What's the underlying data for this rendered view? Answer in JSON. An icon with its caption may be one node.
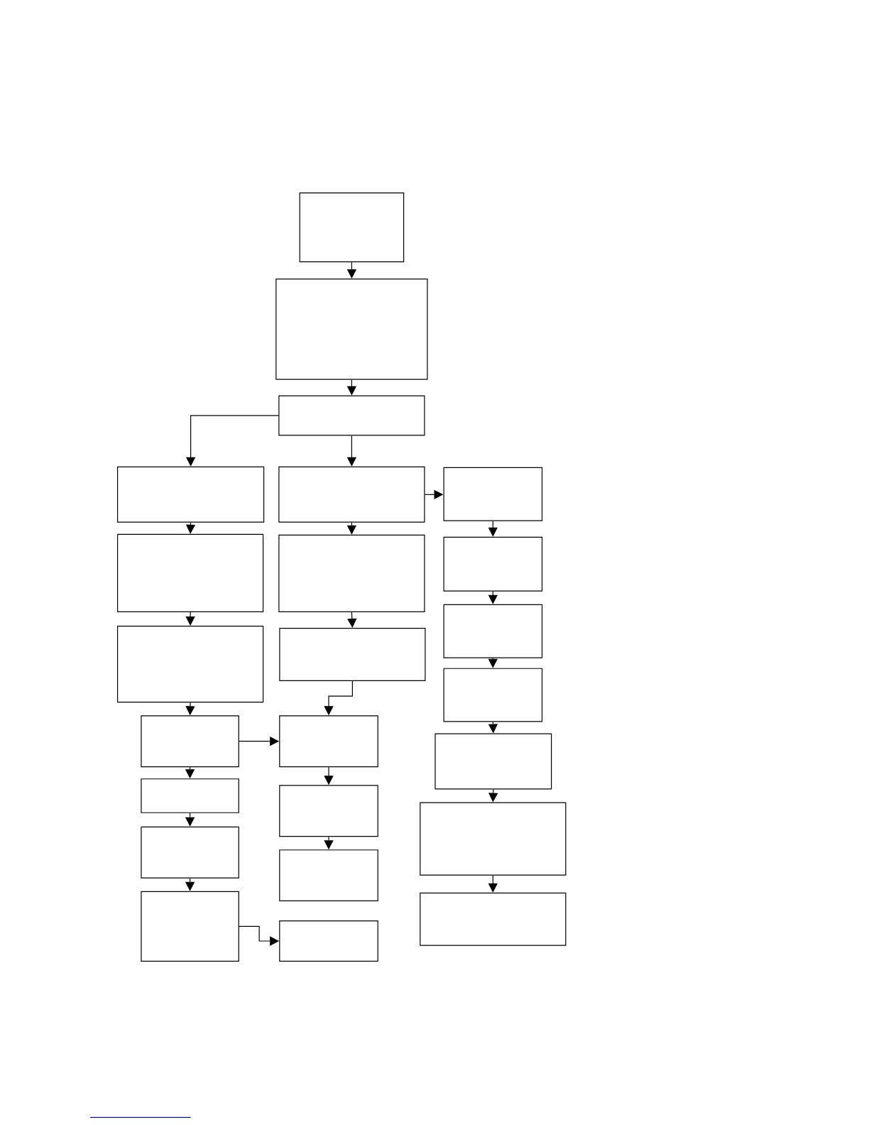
{
  "diagram": {
    "nodes": [
      {
        "text": [],
        "shape": "box"
      },
      {
        "text": [],
        "shape": "box"
      },
      {
        "text": [],
        "shape": "box"
      },
      {
        "text": [],
        "shape": "box"
      },
      {
        "text": [],
        "shape": "box"
      },
      {
        "text": [],
        "shape": "box"
      },
      {
        "text": [],
        "shape": "box"
      },
      {
        "text": [],
        "shape": "box"
      },
      {
        "text": [],
        "shape": "box"
      },
      {
        "text": [],
        "shape": "box"
      },
      {
        "text": [],
        "shape": "box"
      },
      {
        "text": [],
        "shape": "box"
      },
      {
        "text": [],
        "shape": "box"
      },
      {
        "text": [],
        "shape": "box"
      },
      {
        "text": [],
        "shape": "box"
      },
      {
        "text": [],
        "shape": "box"
      },
      {
        "text": [],
        "shape": "box"
      },
      {
        "text": [],
        "shape": "box"
      },
      {
        "text": [],
        "shape": "box"
      },
      {
        "text": [],
        "shape": "box"
      },
      {
        "text": [],
        "shape": "box"
      },
      {
        "text": [],
        "shape": "box"
      },
      {
        "text": [],
        "shape": "box"
      },
      {
        "text": [],
        "shape": "box"
      }
    ],
    "edges": [
      {
        "from": 0,
        "to": 1,
        "arrow": "to"
      },
      {
        "from": 1,
        "to": 2,
        "arrow": "to"
      },
      {
        "from": 2,
        "to": 3,
        "arrow": "to"
      },
      {
        "from": 2,
        "to": 10,
        "arrow": "to"
      },
      {
        "from": 3,
        "to": 4,
        "arrow": "to"
      },
      {
        "from": 4,
        "to": 5,
        "arrow": "to"
      },
      {
        "from": 5,
        "to": 6,
        "arrow": "to"
      },
      {
        "from": 6,
        "to": 7,
        "arrow": "to"
      },
      {
        "from": 7,
        "to": 8,
        "arrow": "to"
      },
      {
        "from": 8,
        "to": 9,
        "arrow": "to"
      },
      {
        "from": 6,
        "to": 13,
        "arrow": "to"
      },
      {
        "from": 9,
        "to": 16,
        "arrow": "to"
      },
      {
        "from": 10,
        "to": 11,
        "arrow": "to"
      },
      {
        "from": 11,
        "to": 12,
        "arrow": "to"
      },
      {
        "from": 12,
        "to": 13,
        "arrow": "to"
      },
      {
        "from": 13,
        "to": 14,
        "arrow": "to"
      },
      {
        "from": 14,
        "to": 15,
        "arrow": "to"
      },
      {
        "from": 10,
        "to": 17,
        "arrow": "to"
      },
      {
        "from": 17,
        "to": 18,
        "arrow": "to"
      },
      {
        "from": 18,
        "to": 19,
        "arrow": "to"
      },
      {
        "from": 19,
        "to": 20,
        "arrow": "to"
      },
      {
        "from": 20,
        "to": 21,
        "arrow": "to"
      },
      {
        "from": 21,
        "to": 22,
        "arrow": "to"
      },
      {
        "from": 22,
        "to": 23,
        "arrow": "to"
      }
    ]
  }
}
